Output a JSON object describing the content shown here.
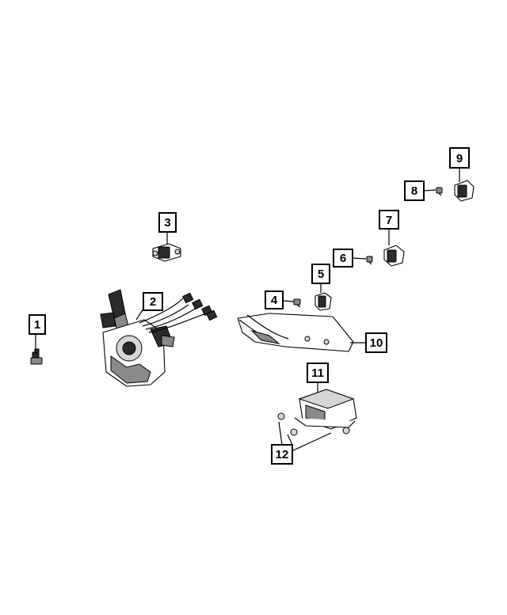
{
  "callouts": [
    {
      "id": "c1",
      "label": "1"
    },
    {
      "id": "c2",
      "label": "2"
    },
    {
      "id": "c3",
      "label": "3"
    },
    {
      "id": "c4",
      "label": "4"
    },
    {
      "id": "c5",
      "label": "5"
    },
    {
      "id": "c6",
      "label": "6"
    },
    {
      "id": "c7",
      "label": "7"
    },
    {
      "id": "c8",
      "label": "8"
    },
    {
      "id": "c9",
      "label": "9"
    },
    {
      "id": "c10",
      "label": "10"
    },
    {
      "id": "c11",
      "label": "11"
    },
    {
      "id": "c12",
      "label": "12"
    }
  ],
  "colors": {
    "line": "#000000",
    "background": "#ffffff",
    "shade": "#2b2b2b"
  }
}
